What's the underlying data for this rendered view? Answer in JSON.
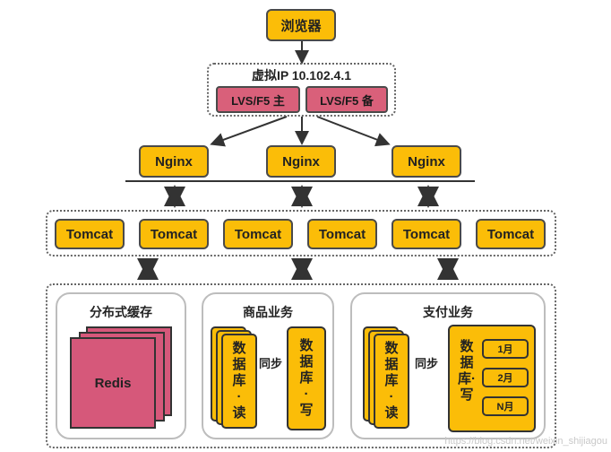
{
  "browser": "浏览器",
  "vip": {
    "label": "虚拟IP 10.102.4.1",
    "lvs_primary": "LVS/F5 主",
    "lvs_backup": "LVS/F5 备"
  },
  "nginx": [
    "Nginx",
    "Nginx",
    "Nginx"
  ],
  "tomcat": [
    "Tomcat",
    "Tomcat",
    "Tomcat",
    "Tomcat",
    "Tomcat",
    "Tomcat"
  ],
  "cache": {
    "title": "分布式缓存",
    "label": "Redis"
  },
  "goods": {
    "title": "商品业务",
    "db_read": "数据库·读",
    "db_write": "数据库·写",
    "sync": "同步"
  },
  "pay": {
    "title": "支付业务",
    "db_read": "数据库·读",
    "db_write": "数据库·写",
    "sync": "同步",
    "months": [
      "1月",
      "2月",
      "N月"
    ]
  },
  "watermark": "https://blog.csdn.net/weixin_shijiagou",
  "colors": {
    "node": "#fbbd08",
    "lvs": "#d9607a",
    "redis": "#d6587a"
  }
}
